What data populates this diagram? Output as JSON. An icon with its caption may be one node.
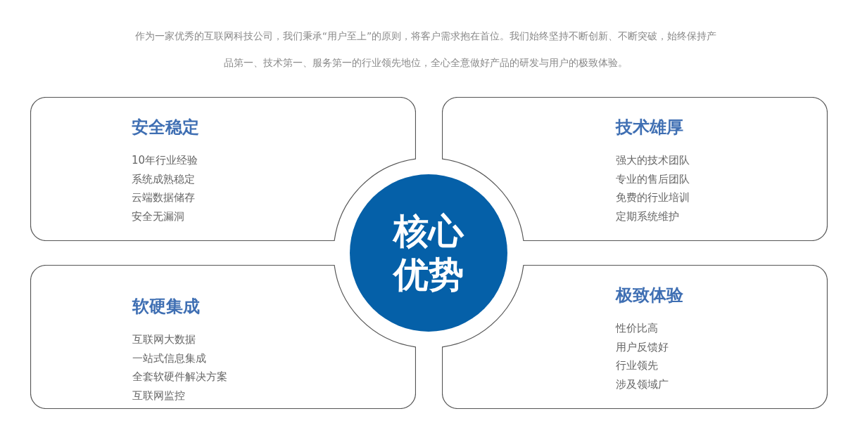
{
  "diagram": {
    "nodes": [
      {
        "text": [
          "核心优势"
        ]
      },
      {
        "text": [
          "安全稳定",
          "10年行业经验",
          "系统成熟稳定",
          "云端数据储存",
          "安全无漏洞"
        ]
      },
      {
        "text": [
          "技术雄厚",
          "强大的技术团队",
          "专业的售后团队",
          "免费的行业培训",
          "定期系统维护"
        ]
      },
      {
        "text": [
          "软硬集成",
          "互联网大数据",
          "一站式信息集成",
          "全套软硬件解决方案",
          "互联网监控"
        ]
      },
      {
        "text": [
          "极致体验",
          "性价比高",
          "用户反馈好",
          "行业领先",
          "涉及领域广"
        ]
      }
    ],
    "edges": [],
    "labels": [
      "作为一家优秀的互联网科技公司，我们秉承“用户至上”的原则，将客户需求抱在首位。我们始终坚持不断创新、不断突破，始终保持产品第一、技术第一、服务第一的行业领先地位，全心全意做好产品的研发与用户的极致体验。"
    ]
  }
}
